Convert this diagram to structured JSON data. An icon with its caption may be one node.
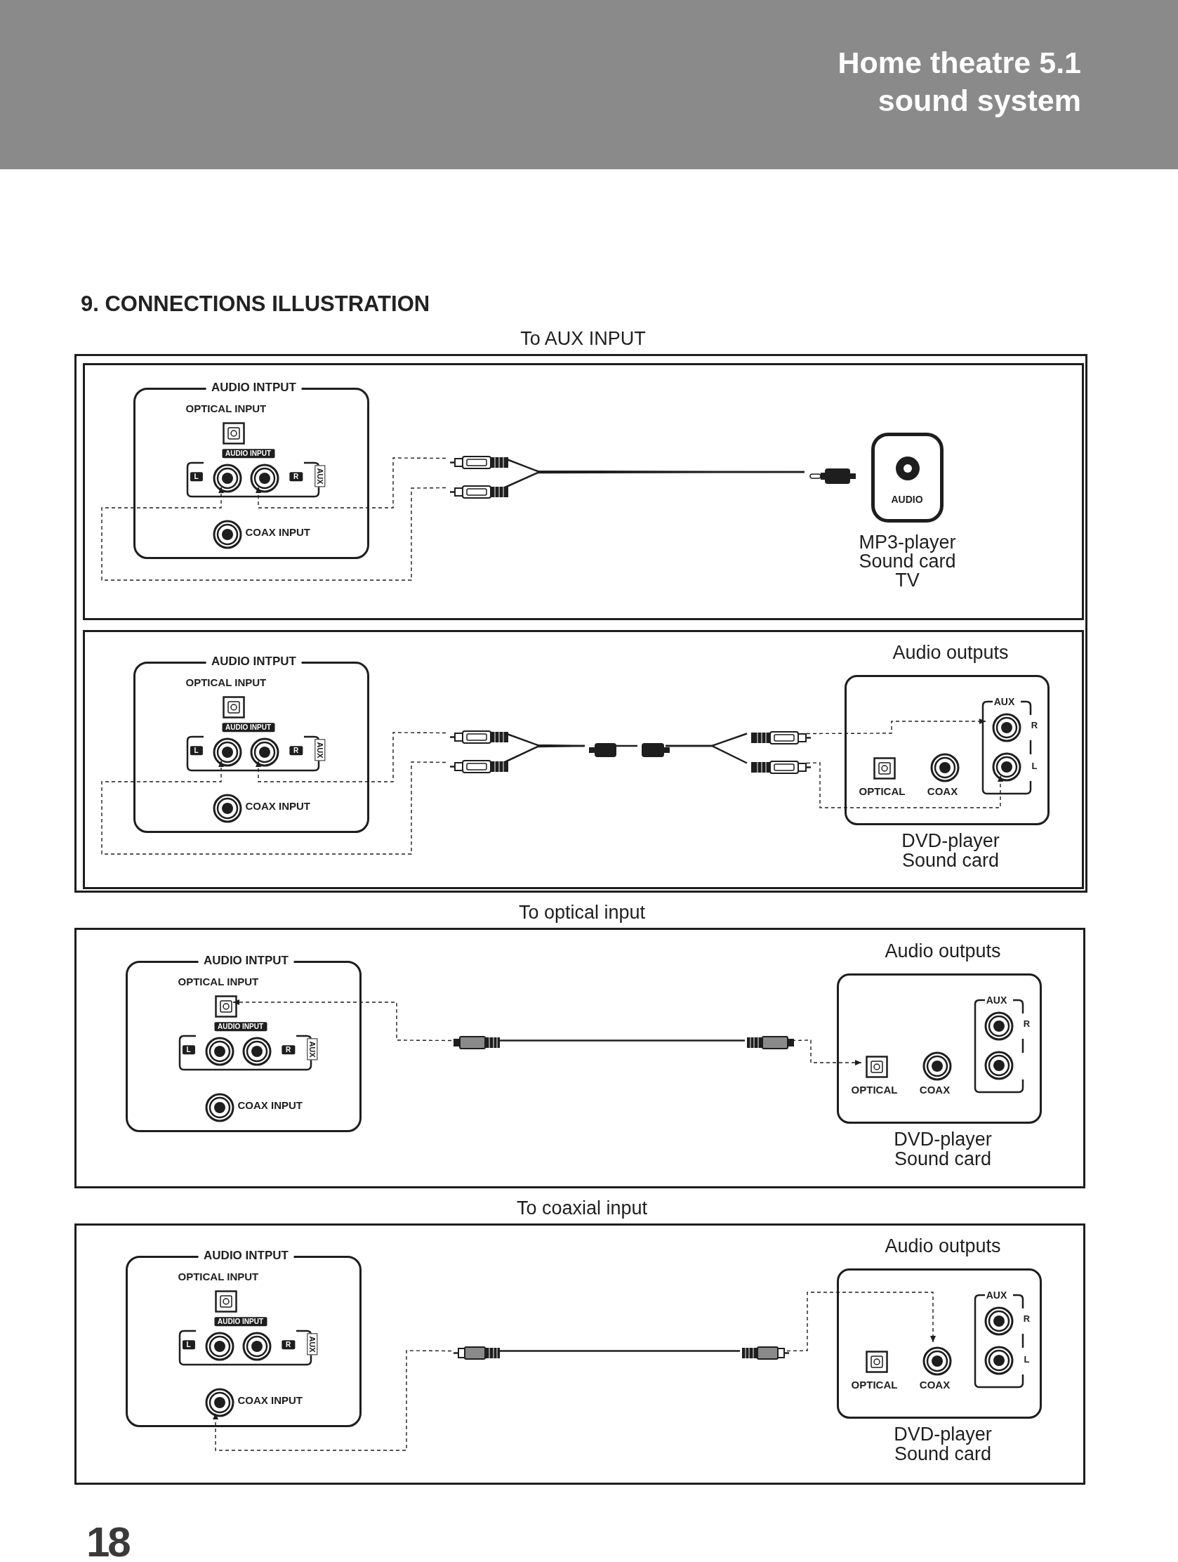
{
  "diagram": {
    "title": "9. CONNECTIONS ILLUSTRATION",
    "nodes": [
      {
        "text": [
          "To AUX INPUT"
        ]
      },
      {
        "text": [],
        "shape": "box",
        "in": 0
      },
      {
        "text": [
          "AUDIO INTPUT",
          "OPTICAL INPUT",
          "AUDIO INPUT",
          "L",
          "R",
          "AUX",
          "COAX INPUT"
        ],
        "in": 1
      },
      {
        "text": [],
        "shape": "square",
        "in": 2
      },
      {
        "text": [],
        "shape": "circle",
        "in": 2
      },
      {
        "text": [],
        "shape": "circle",
        "in": 2
      },
      {
        "text": [],
        "shape": "circle",
        "in": 2
      },
      {
        "text": [],
        "shape": "plug",
        "in": 1
      },
      {
        "text": [],
        "shape": "plug",
        "in": 1
      },
      {
        "text": [],
        "shape": "plug",
        "in": 1
      },
      {
        "text": [
          "AUDIO"
        ],
        "beside": [
          "MP3-player",
          "Sound card",
          "TV"
        ],
        "in": 1
      },
      {
        "text": [],
        "shape": "box",
        "in": 0
      },
      {
        "text": [
          "AUDIO INTPUT",
          "OPTICAL INPUT",
          "AUDIO INPUT",
          "L",
          "R",
          "AUX",
          "COAX INPUT"
        ],
        "in": 11
      },
      {
        "text": [],
        "shape": "square",
        "in": 12
      },
      {
        "text": [],
        "shape": "circle",
        "in": 12
      },
      {
        "text": [],
        "shape": "circle",
        "in": 12
      },
      {
        "text": [],
        "shape": "circle",
        "in": 12
      },
      {
        "text": [],
        "shape": "plug",
        "in": 11
      },
      {
        "text": [],
        "shape": "plug",
        "in": 11
      },
      {
        "text": [],
        "shape": "plug",
        "in": 11
      },
      {
        "text": [],
        "shape": "plug",
        "in": 11
      },
      {
        "text": [],
        "shape": "plug",
        "in": 11
      },
      {
        "text": [],
        "shape": "plug",
        "in": 11
      },
      {
        "text": [
          "AUX",
          "R",
          "L",
          "OPTICAL",
          "COAX"
        ],
        "beside": [
          "Audio outputs",
          "DVD-player",
          "Sound card"
        ],
        "in": 11
      },
      {
        "text": [],
        "shape": "square",
        "in": 23
      },
      {
        "text": [],
        "shape": "circle",
        "in": 23
      },
      {
        "text": [],
        "shape": "circle",
        "in": 23
      },
      {
        "text": [],
        "shape": "circle",
        "in": 23
      },
      {
        "text": [
          "To optical input"
        ]
      },
      {
        "text": [
          "AUDIO INTPUT",
          "OPTICAL INPUT",
          "AUDIO INPUT",
          "L",
          "R",
          "AUX",
          "COAX INPUT"
        ],
        "in": 28
      },
      {
        "text": [],
        "shape": "square",
        "in": 29
      },
      {
        "text": [],
        "shape": "circle",
        "in": 29
      },
      {
        "text": [],
        "shape": "circle",
        "in": 29
      },
      {
        "text": [],
        "shape": "circle",
        "in": 29
      },
      {
        "text": [],
        "shape": "plug",
        "in": 28
      },
      {
        "text": [],
        "shape": "plug",
        "in": 28
      },
      {
        "text": [
          "AUX",
          "R",
          "OPTICAL",
          "COAX"
        ],
        "beside": [
          "Audio outputs",
          "DVD-player",
          "Sound card"
        ],
        "in": 28
      },
      {
        "text": [],
        "shape": "square",
        "in": 36
      },
      {
        "text": [],
        "shape": "circle",
        "in": 36
      },
      {
        "text": [],
        "shape": "circle",
        "in": 36
      },
      {
        "text": [],
        "shape": "circle",
        "in": 36
      },
      {
        "text": [
          "To coaxial input"
        ]
      },
      {
        "text": [
          "AUDIO INTPUT",
          "OPTICAL INPUT",
          "AUDIO INPUT",
          "L",
          "R",
          "AUX",
          "COAX INPUT"
        ],
        "in": 41
      },
      {
        "text": [],
        "shape": "square",
        "in": 42
      },
      {
        "text": [],
        "shape": "circle",
        "in": 42
      },
      {
        "text": [],
        "shape": "circle",
        "in": 42
      },
      {
        "text": [],
        "shape": "circle",
        "in": 42
      },
      {
        "text": [],
        "shape": "plug",
        "in": 41
      },
      {
        "text": [],
        "shape": "plug",
        "in": 41
      },
      {
        "text": [
          "AUX",
          "R",
          "L",
          "OPTICAL",
          "COAX"
        ],
        "beside": [
          "Audio outputs",
          "DVD-player",
          "Sound card"
        ],
        "in": 41
      },
      {
        "text": [],
        "shape": "square",
        "in": 49
      },
      {
        "text": [],
        "shape": "circle",
        "in": 49
      },
      {
        "text": [],
        "shape": "circle",
        "in": 49
      },
      {
        "text": [],
        "shape": "circle",
        "in": 49
      }
    ],
    "edges": [
      {
        "from": 7,
        "to": 5,
        "arrow": "to",
        "style": "dashed"
      },
      {
        "from": 8,
        "to": 4,
        "arrow": "to",
        "style": "dashed"
      },
      {
        "from": 7,
        "to": 9,
        "arrow": "none"
      },
      {
        "from": 8,
        "to": 9,
        "arrow": "none"
      },
      {
        "from": 17,
        "to": 15,
        "arrow": "to",
        "style": "dashed"
      },
      {
        "from": 18,
        "to": 14,
        "arrow": "to",
        "style": "dashed"
      },
      {
        "from": 17,
        "to": 19,
        "arrow": "none"
      },
      {
        "from": 18,
        "to": 19,
        "arrow": "none"
      },
      {
        "from": 19,
        "to": 20,
        "arrow": "none"
      },
      {
        "from": 20,
        "to": 21,
        "arrow": "none"
      },
      {
        "from": 20,
        "to": 22,
        "arrow": "none"
      },
      {
        "from": 21,
        "to": 26,
        "arrow": "to",
        "style": "dashed"
      },
      {
        "from": 22,
        "to": 27,
        "arrow": "to",
        "style": "dashed"
      },
      {
        "from": 34,
        "to": 30,
        "arrow": "to",
        "style": "dashed"
      },
      {
        "from": 35,
        "to": 37,
        "arrow": "to",
        "style": "dashed"
      },
      {
        "from": 34,
        "to": 35,
        "arrow": "none"
      },
      {
        "from": 47,
        "to": 46,
        "arrow": "to",
        "style": "dashed"
      },
      {
        "from": 48,
        "to": 51,
        "arrow": "to",
        "style": "dashed"
      },
      {
        "from": 47,
        "to": 48,
        "arrow": "none"
      }
    ],
    "labels": [
      "Home theatre 5.1 sound system",
      "18"
    ]
  }
}
